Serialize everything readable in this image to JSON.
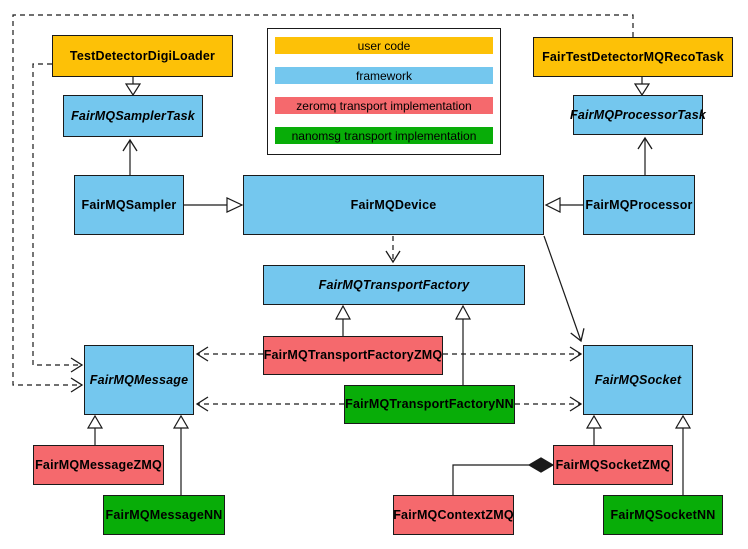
{
  "title": "FairMQ class diagram",
  "colors": {
    "user": "#FDC107",
    "framework": "#74C7EE",
    "zeromq": "#F5696D",
    "nanomsg": "#08AD08",
    "line": "#1A1A1A",
    "background": "#FFFFFF"
  },
  "legend": {
    "items": [
      {
        "label": "user code",
        "category": "user"
      },
      {
        "label": "framework",
        "category": "framework"
      },
      {
        "label": "zeromq transport implementation",
        "category": "zeromq"
      },
      {
        "label": "nanomsg transport implementation",
        "category": "nanomsg"
      }
    ]
  },
  "nodes": {
    "testDetectorDigiLoader": {
      "label": "TestDetectorDigiLoader",
      "category": "user",
      "abstract": false
    },
    "fairTestDetectorMQRecoTask": {
      "label": "FairTestDetectorMQRecoTask",
      "category": "user",
      "abstract": false
    },
    "fairMQSamplerTask": {
      "label": "FairMQSamplerTask",
      "category": "framework",
      "abstract": true
    },
    "fairMQProcessorTask": {
      "label": "FairMQProcessorTask",
      "category": "framework",
      "abstract": true
    },
    "fairMQSampler": {
      "label": "FairMQSampler",
      "category": "framework",
      "abstract": false
    },
    "fairMQDevice": {
      "label": "FairMQDevice",
      "category": "framework",
      "abstract": false
    },
    "fairMQProcessor": {
      "label": "FairMQProcessor",
      "category": "framework",
      "abstract": false
    },
    "fairMQTransportFactory": {
      "label": "FairMQTransportFactory",
      "category": "framework",
      "abstract": true
    },
    "fairMQTransportFactoryZMQ": {
      "label": "FairMQTransportFactoryZMQ",
      "category": "zeromq",
      "abstract": false
    },
    "fairMQTransportFactoryNN": {
      "label": "FairMQTransportFactoryNN",
      "category": "nanomsg",
      "abstract": false
    },
    "fairMQMessage": {
      "label": "FairMQMessage",
      "category": "framework",
      "abstract": true
    },
    "fairMQSocket": {
      "label": "FairMQSocket",
      "category": "framework",
      "abstract": true
    },
    "fairMQMessageZMQ": {
      "label": "FairMQMessageZMQ",
      "category": "zeromq",
      "abstract": false
    },
    "fairMQMessageNN": {
      "label": "FairMQMessageNN",
      "category": "nanomsg",
      "abstract": false
    },
    "fairMQContextZMQ": {
      "label": "FairMQContextZMQ",
      "category": "zeromq",
      "abstract": false
    },
    "fairMQSocketZMQ": {
      "label": "FairMQSocketZMQ",
      "category": "zeromq",
      "abstract": false
    },
    "fairMQSocketNN": {
      "label": "FairMQSocketNN",
      "category": "nanomsg",
      "abstract": false
    }
  },
  "edges": [
    {
      "from": "TestDetectorDigiLoader",
      "to": "FairMQSamplerTask",
      "type": "inheritance"
    },
    {
      "from": "FairTestDetectorMQRecoTask",
      "to": "FairMQProcessorTask",
      "type": "inheritance"
    },
    {
      "from": "FairMQSampler",
      "to": "FairMQDevice",
      "type": "inheritance"
    },
    {
      "from": "FairMQProcessor",
      "to": "FairMQDevice",
      "type": "inheritance"
    },
    {
      "from": "FairMQTransportFactoryZMQ",
      "to": "FairMQTransportFactory",
      "type": "inheritance"
    },
    {
      "from": "FairMQTransportFactoryNN",
      "to": "FairMQTransportFactory",
      "type": "inheritance"
    },
    {
      "from": "FairMQMessageZMQ",
      "to": "FairMQMessage",
      "type": "inheritance"
    },
    {
      "from": "FairMQMessageNN",
      "to": "FairMQMessage",
      "type": "inheritance"
    },
    {
      "from": "FairMQSocketZMQ",
      "to": "FairMQSocket",
      "type": "inheritance"
    },
    {
      "from": "FairMQSocketNN",
      "to": "FairMQSocket",
      "type": "inheritance"
    },
    {
      "from": "FairMQSampler",
      "to": "FairMQSamplerTask",
      "type": "association"
    },
    {
      "from": "FairMQProcessor",
      "to": "FairMQProcessorTask",
      "type": "association"
    },
    {
      "from": "FairMQDevice",
      "to": "FairMQSocket",
      "type": "association"
    },
    {
      "from": "FairMQDevice",
      "to": "FairMQTransportFactory",
      "type": "dependency"
    },
    {
      "from": "FairMQTransportFactoryZMQ",
      "to": "FairMQMessage",
      "type": "dependency"
    },
    {
      "from": "FairMQTransportFactoryZMQ",
      "to": "FairMQSocket",
      "type": "dependency"
    },
    {
      "from": "FairMQTransportFactoryNN",
      "to": "FairMQMessage",
      "type": "dependency"
    },
    {
      "from": "FairMQTransportFactoryNN",
      "to": "FairMQSocket",
      "type": "dependency"
    },
    {
      "from": "TestDetectorDigiLoader",
      "to": "FairMQMessage",
      "type": "dependency"
    },
    {
      "from": "FairTestDetectorMQRecoTask",
      "to": "FairMQMessage",
      "type": "dependency"
    },
    {
      "from": "FairMQContextZMQ",
      "to": "FairMQSocketZMQ",
      "type": "composition",
      "diamond_at": "FairMQSocketZMQ"
    }
  ]
}
